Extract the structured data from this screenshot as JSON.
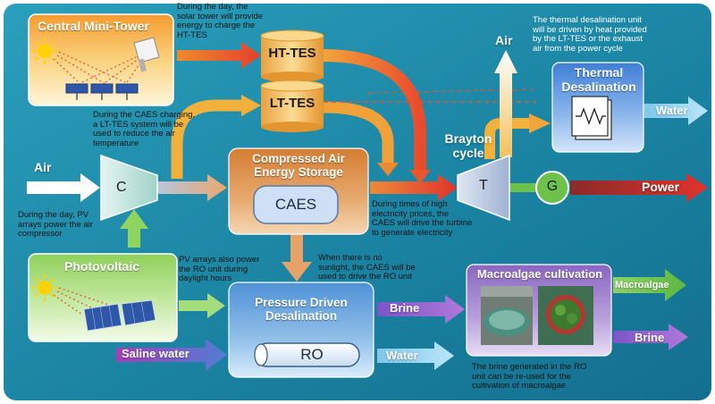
{
  "colors": {
    "background": "#1e88a7",
    "solar_box": "#f7a640",
    "pv_box": "#a9dc7a",
    "caes_box": "#d98c4a",
    "desal_box": "#6aa7dc",
    "thermal_box": "#5a8fdc",
    "macro_box": "#9b79c9",
    "power": "#e0302a",
    "generator": "#6cc24a"
  },
  "icons": [
    "sun-icon",
    "solar-panel-icon",
    "heliostat-icon",
    "heat-exchanger-icon"
  ],
  "nodes": {
    "central_tower": "Central Mini-Tower",
    "ht_tes": "HT-TES",
    "lt_tes": "LT-TES",
    "compressor": "C",
    "caes_title": "Compressed Air\nEnergy Storage",
    "caes": "CAES",
    "brayton": "Brayton\ncycle",
    "turbine": "T",
    "generator": "G",
    "thermal_desal": "Thermal\nDesalination",
    "photovoltaic": "Photovoltaic",
    "pressure_desal": "Pressure Driven\nDesalination",
    "ro": "RO",
    "macroalgae": "Macroalgae cultivation"
  },
  "flows": {
    "air_in": "Air",
    "air_out": "Air",
    "water_thermal": "Water",
    "power": "Power",
    "brine": "Brine",
    "water_ro": "Water",
    "saline": "Saline water",
    "macroalgae": "Macroalgae",
    "brine_out": "Brine"
  },
  "notes": {
    "solar_day": "During the day, the\nsolar tower will provide\nenergy to charge the\nHT-TES",
    "thermal": "The thermal desalination unit\nwill be driven by heat provided\nby the LT-TES or the exhaust\nair from the power cycle",
    "caes_charging": "During the CAES charging,\na LT-TES system will be\nused to reduce the air\ntemperature",
    "pv_compressor": "During the day, PV\narrays power the air\ncompressor",
    "high_price": "During times of high\nelectricity prices, the\nCAES will drive the turbine\nto generate electricity",
    "pv_ro": "PV arrays also power\nthe RO unit during\ndaylight hours",
    "no_sun": "When there is no\nsunlight, the CAES will be\nused to drive the RO unit",
    "brine_reuse": "The brine generated in the RO\nunit can be re-used for the\ncultivation of macroalgae"
  }
}
